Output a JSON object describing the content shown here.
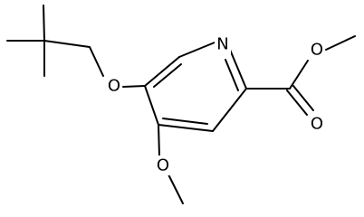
{
  "structure": {
    "atom_labels": {
      "ring_n": "N",
      "ether_o_neopentyl": "O",
      "ether_o_methoxy": "O",
      "ester_o_single": "O",
      "ester_o_double": "O"
    },
    "colors": {
      "bond": "#000000",
      "label": "#000000",
      "background": "#ffffff"
    }
  }
}
